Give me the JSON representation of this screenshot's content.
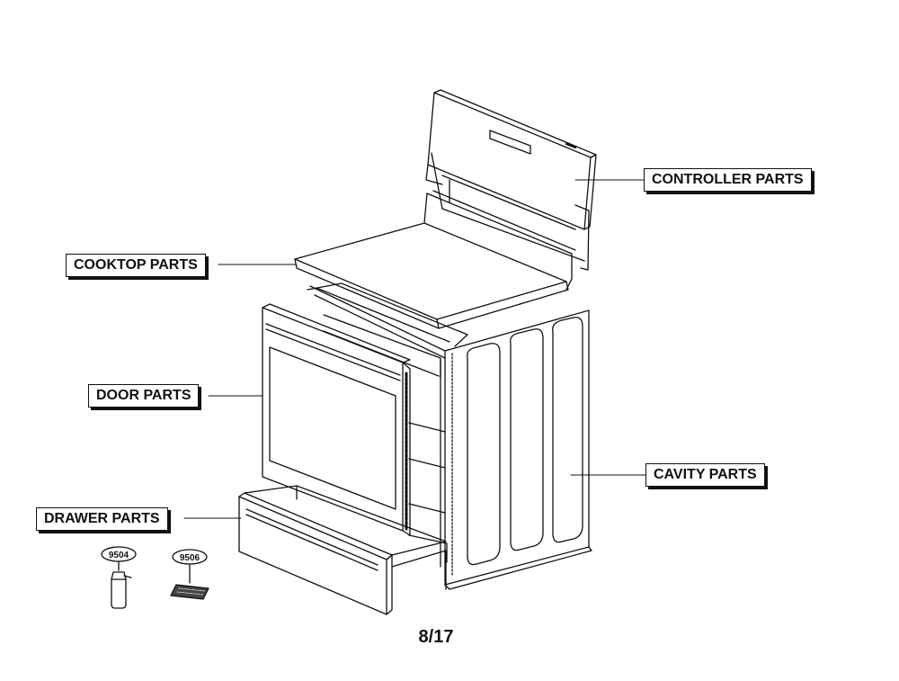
{
  "callouts": {
    "controller": "CONTROLLER PARTS",
    "cooktop": "COOKTOP PARTS",
    "door": "DOOR PARTS",
    "cavity": "CAVITY PARTS",
    "drawer": "DRAWER PARTS"
  },
  "accessories": [
    {
      "part_number": "9504",
      "icon": "spray-bottle-icon"
    },
    {
      "part_number": "9506",
      "icon": "scrub-pad-icon"
    }
  ],
  "page": {
    "number": "8/17"
  }
}
